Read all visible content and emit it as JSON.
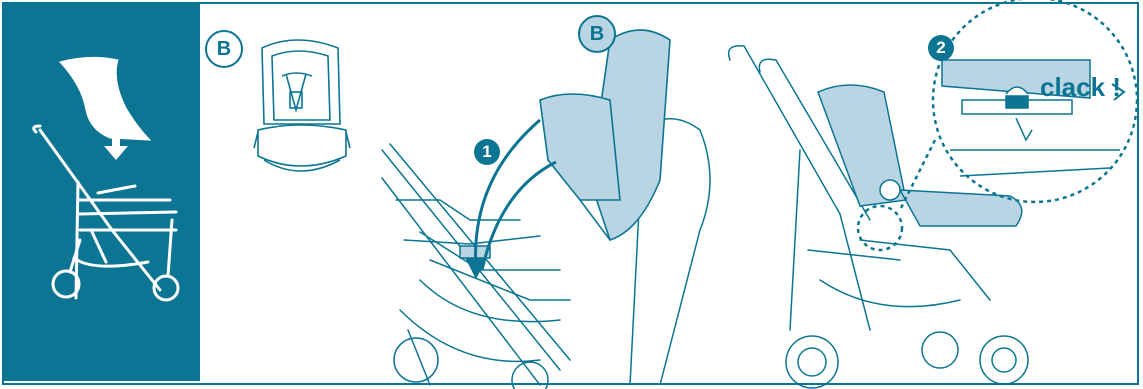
{
  "badges": {
    "panel_b": "B",
    "middle_b": "B"
  },
  "steps": {
    "one": "1",
    "two": "2"
  },
  "sound_label": "clack !",
  "colors": {
    "accent": "#0b7593",
    "seat_fill": "#b9d4e3",
    "line": "#0b7593"
  }
}
